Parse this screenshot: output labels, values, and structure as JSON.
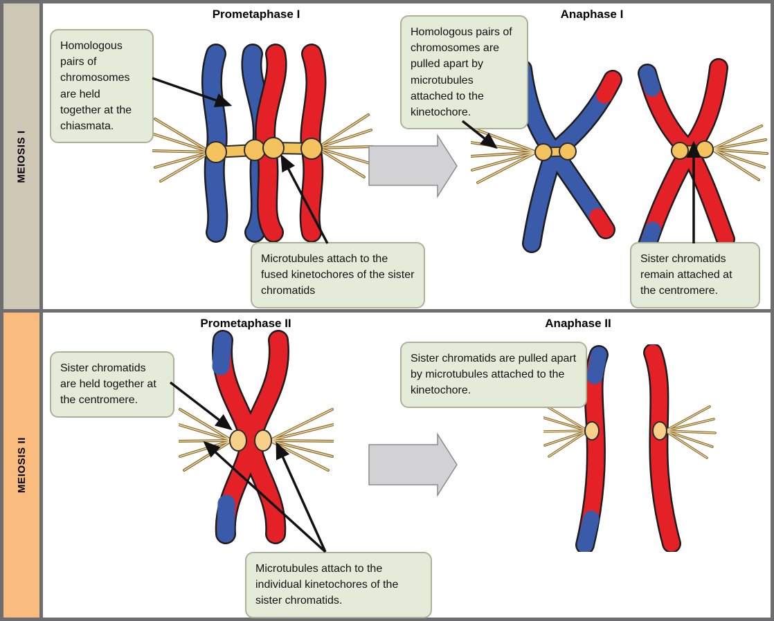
{
  "sidebar": {
    "rows": [
      {
        "label": "MEIOSIS I",
        "color": "#cfc7b5"
      },
      {
        "label": "MEIOSIS II",
        "color": "#fabc7e"
      }
    ]
  },
  "meiosis1": {
    "stage_left": "Prometaphase I",
    "stage_right": "Anaphase I",
    "callout_chiasmata": "Homologous pairs of chromosomes are held together at the chiasmata.",
    "callout_pulled_apart": "Homologous pairs of chromosomes are pulled apart by microtubules attached to the kinetochore.",
    "callout_fused_kinetochores": "Microtubules attach to the fused kinetochores of the sister chromatids",
    "callout_sister_attached": "Sister chromatids remain attached at the centromere."
  },
  "meiosis2": {
    "stage_left": "Prometaphase II",
    "stage_right": "Anaphase II",
    "callout_centromere": "Sister chromatids are held together at the centromere.",
    "callout_pulled_apart": "Sister chromatids are pulled apart by microtubules attached to the kinetochore.",
    "callout_individual_kinetochores": "Microtubules attach to the individual kinetochores of the sister chromatids."
  },
  "colors": {
    "chromosome_blue": "#3a5ba9",
    "chromosome_red": "#e42127",
    "kinetochore_yellow": "#f5c35d",
    "microtubule_tan": "#c99b52",
    "callout_background": "#e5ebd9",
    "callout_border": "#a9b196",
    "meiosis1_tab": "#cfc7b5",
    "meiosis2_tab": "#fabc7e",
    "frame_gray": "#6e6e70",
    "transition_arrow_gray": "#d2d2d4"
  }
}
